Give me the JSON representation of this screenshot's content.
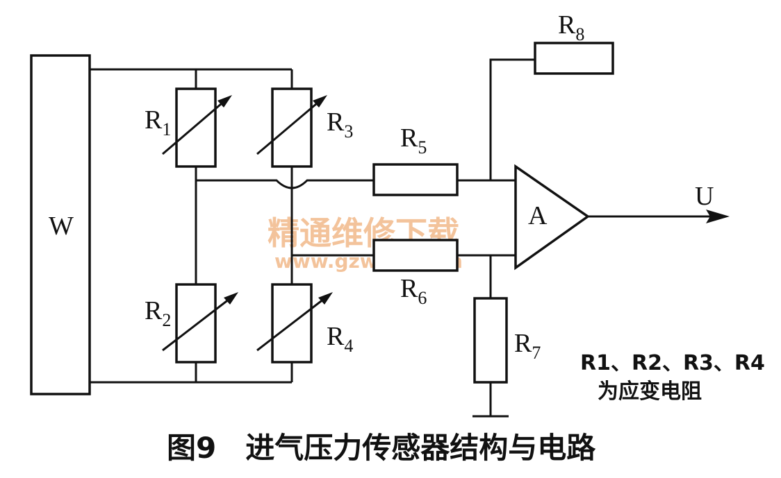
{
  "labels": {
    "w": "W",
    "r1": "R",
    "r1_sub": "1",
    "r2": "R",
    "r2_sub": "2",
    "r3": "R",
    "r3_sub": "3",
    "r4": "R",
    "r4_sub": "4",
    "r5": "R",
    "r5_sub": "5",
    "r6": "R",
    "r6_sub": "6",
    "r7": "R",
    "r7_sub": "7",
    "r8": "R",
    "r8_sub": "8",
    "amp": "A",
    "output": "U"
  },
  "note": {
    "line1": "R1、R2、R3、R4",
    "line2": "为应变电阻"
  },
  "caption": "图9　进气压力传感器结构与电路",
  "watermark": {
    "line1": "精通维修下载",
    "line2": "www.gzweix.com"
  },
  "colors": {
    "ink": "#111111",
    "watermark": "#f2b98a"
  }
}
